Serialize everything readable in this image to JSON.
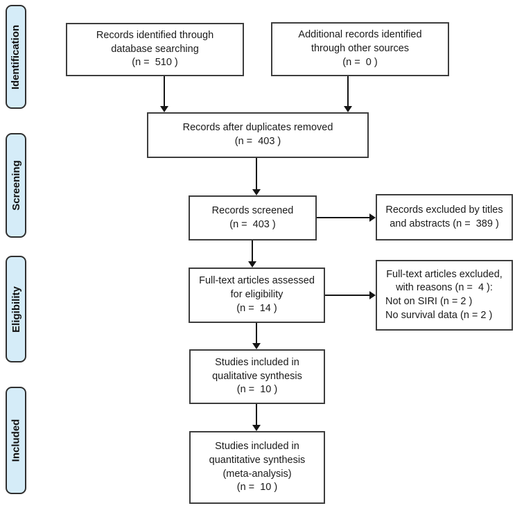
{
  "diagram": {
    "type": "prisma-flow",
    "colors": {
      "stage_fill": "#d5ecf8",
      "stage_border": "#2f2f2f",
      "box_border": "#3d3d3d",
      "box_fill": "#ffffff",
      "arrow": "#151515",
      "text": "#1a1a1a"
    },
    "sidebar": {
      "stages": [
        {
          "label": "Identification"
        },
        {
          "label": "Screening"
        },
        {
          "label": "Eligibility"
        },
        {
          "label": "Included"
        }
      ]
    },
    "boxes": {
      "records_identified": "Records identified through\ndatabase searching\n(n =  510 )",
      "additional_records": "Additional records identified\nthrough other sources\n(n =  0 )",
      "duplicates_removed": "Records after duplicates removed\n(n =  403 )",
      "records_screened": "Records screened\n(n =  403 )",
      "records_excluded": "Records excluded by titles\nand abstracts (n =  389 )",
      "fulltext_assessed": "Full-text articles assessed\nfor eligibility\n(n =  14 )",
      "fulltext_excluded_header": "Full-text articles excluded,\nwith reasons (n =  4 ):",
      "fulltext_excluded_reasons": "Not on SIRI (n = 2 )\nNo survival data (n = 2 )",
      "qualitative_synthesis": "Studies included in\nqualitative synthesis\n(n =  10 )",
      "quantitative_synthesis": "Studies included in\nquantitative synthesis\n(meta-analysis)\n(n =  10 )"
    }
  }
}
